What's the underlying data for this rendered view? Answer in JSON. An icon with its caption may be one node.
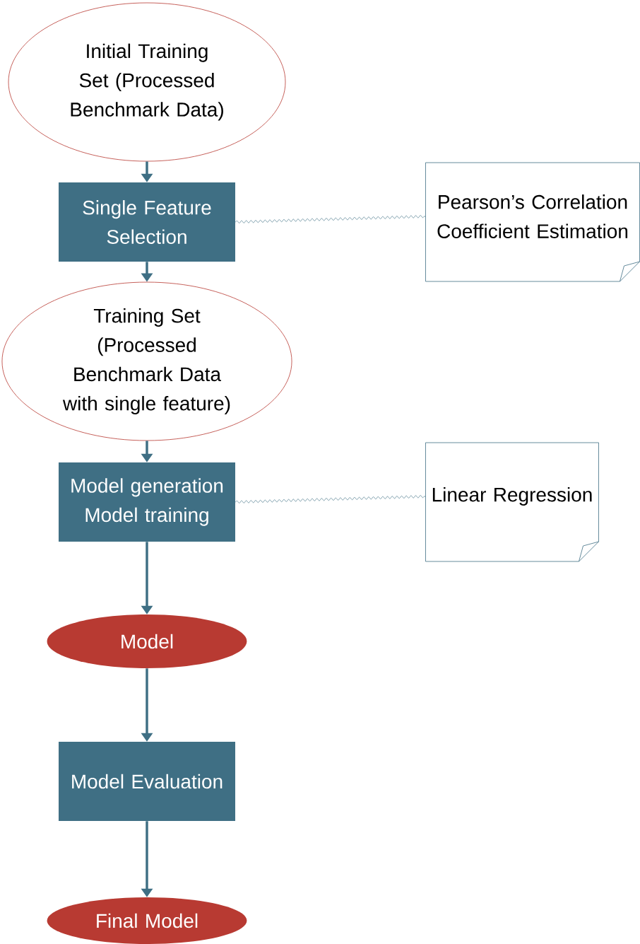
{
  "diagram": {
    "nodes": [
      {
        "text": [
          "Initial Training Set (Processed Benchmark Data)"
        ]
      },
      {
        "text": [
          "Single Feature Selection"
        ]
      },
      {
        "text": [
          "Pearson’s Correlation Coefficient Estimation"
        ]
      },
      {
        "text": [
          "Training Set (Processed Benchmark Data with single feature)"
        ]
      },
      {
        "text": [
          "Model generation",
          "Model training"
        ]
      },
      {
        "text": [
          "Linear Regression"
        ]
      },
      {
        "text": [
          "Model"
        ]
      },
      {
        "text": [
          "Model Evaluation"
        ]
      },
      {
        "text": [
          "Final Model"
        ]
      }
    ],
    "edges": [
      {
        "from": 0,
        "to": 1,
        "arrow": "to"
      },
      {
        "from": 1,
        "to": 2,
        "arrow": "none"
      },
      {
        "from": 1,
        "to": 3,
        "arrow": "to"
      },
      {
        "from": 3,
        "to": 4,
        "arrow": "to"
      },
      {
        "from": 4,
        "to": 5,
        "arrow": "none"
      },
      {
        "from": 4,
        "to": 6,
        "arrow": "to"
      },
      {
        "from": 6,
        "to": 7,
        "arrow": "to"
      },
      {
        "from": 7,
        "to": 8,
        "arrow": "to"
      }
    ]
  }
}
